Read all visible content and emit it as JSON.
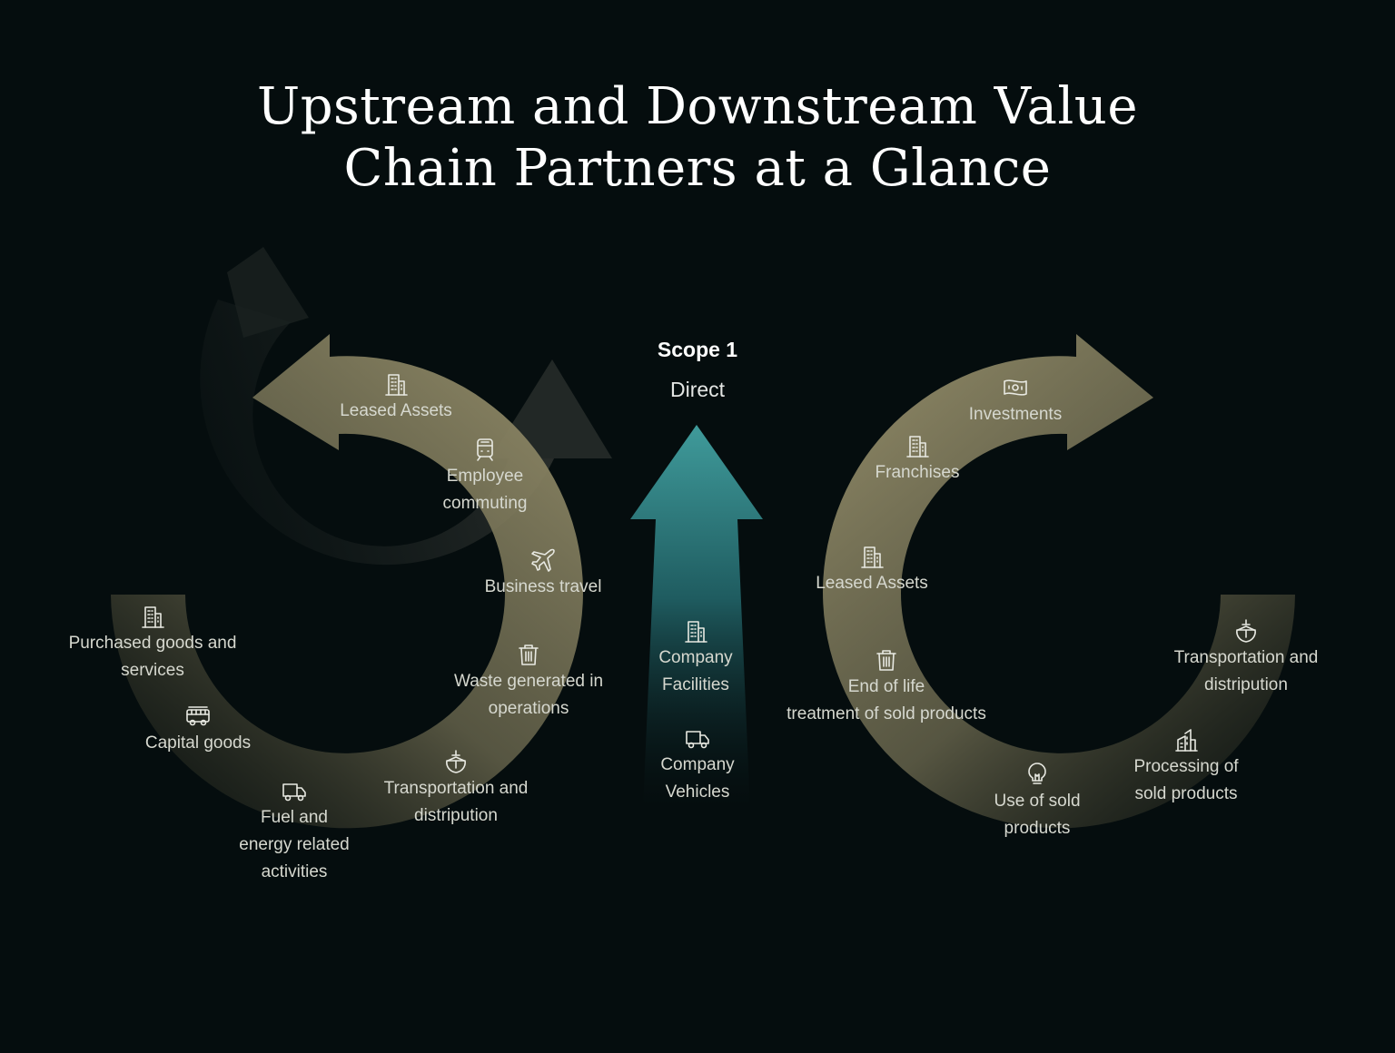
{
  "title_lines": [
    "Upstream and Downstream Value",
    "Chain Partners at a Glance"
  ],
  "scope": {
    "title": "Scope 1",
    "subtitle": "Direct"
  },
  "colors": {
    "background": "#050d0e",
    "arc": "#807b5d",
    "scope_arrow_top": "#3f9a9a",
    "text": "#d6d8cf"
  },
  "upstream": [
    {
      "icon": "building-icon",
      "lines": [
        "Leased Assets"
      ]
    },
    {
      "icon": "train-icon",
      "lines": [
        "Employee",
        "commuting"
      ]
    },
    {
      "icon": "airplane-icon",
      "lines": [
        "Business travel"
      ]
    },
    {
      "icon": "trash-icon",
      "lines": [
        "Waste generated in",
        "operations"
      ]
    },
    {
      "icon": "ship-icon",
      "lines": [
        "Transportation and",
        "distripution"
      ]
    },
    {
      "icon": "truck-icon",
      "lines": [
        "Fuel and",
        "energy related",
        "activities"
      ]
    },
    {
      "icon": "bus-icon",
      "lines": [
        "Capital goods"
      ]
    },
    {
      "icon": "building-icon",
      "lines": [
        "Purchased goods and",
        "services"
      ]
    }
  ],
  "direct": [
    {
      "icon": "building-icon",
      "lines": [
        "Company",
        "Facilities"
      ]
    },
    {
      "icon": "truck-icon",
      "lines": [
        "Company",
        "Vehicles"
      ]
    }
  ],
  "downstream": [
    {
      "icon": "banknote-icon",
      "lines": [
        "Investments"
      ]
    },
    {
      "icon": "building-icon",
      "lines": [
        "Franchises"
      ]
    },
    {
      "icon": "building-icon",
      "lines": [
        "Leased Assets"
      ]
    },
    {
      "icon": "trash-icon",
      "lines": [
        "End of life",
        "treatment of sold products"
      ]
    },
    {
      "icon": "lightbulb-icon",
      "lines": [
        "Use of sold",
        "products"
      ]
    },
    {
      "icon": "factory-icon",
      "lines": [
        "Processing of",
        "sold products"
      ]
    },
    {
      "icon": "ship-icon",
      "lines": [
        "Transportation and",
        "distripution"
      ]
    }
  ]
}
